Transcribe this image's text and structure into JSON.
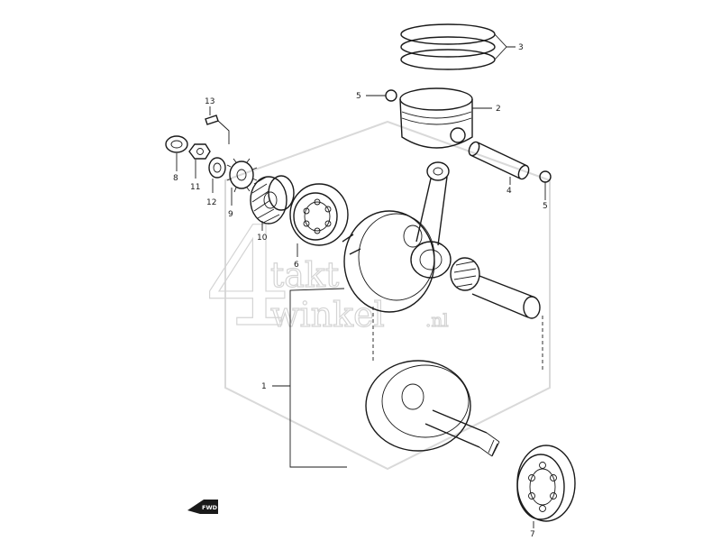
{
  "watermark": {
    "number": "4",
    "line1": "takt",
    "line2": "winkel",
    "suffix": ".nl"
  },
  "direction_badge": {
    "label": "FWD"
  },
  "callouts": [
    {
      "id": "1",
      "part": "crankshaft"
    },
    {
      "id": "2",
      "part": "piston"
    },
    {
      "id": "3",
      "part": "piston-ring-set"
    },
    {
      "id": "4",
      "part": "piston-pin"
    },
    {
      "id": "5a",
      "label": "5",
      "part": "piston-pin-circlip-left"
    },
    {
      "id": "5b",
      "label": "5",
      "part": "piston-pin-circlip-right"
    },
    {
      "id": "6",
      "part": "crankshaft-bearing-left"
    },
    {
      "id": "7",
      "part": "crankshaft-bearing-right"
    },
    {
      "id": "8",
      "part": "oil-seal"
    },
    {
      "id": "9",
      "part": "primary-drive-gear"
    },
    {
      "id": "10",
      "part": "primary-gear"
    },
    {
      "id": "11",
      "part": "nut"
    },
    {
      "id": "12",
      "part": "washer"
    },
    {
      "id": "13",
      "part": "key"
    }
  ],
  "labels": {
    "c1": "1",
    "c2": "2",
    "c3": "3",
    "c4": "4",
    "c5a": "5",
    "c5b": "5",
    "c6": "6",
    "c7": "7",
    "c8": "8",
    "c9": "9",
    "c10": "10",
    "c11": "11",
    "c12": "12",
    "c13": "13"
  }
}
